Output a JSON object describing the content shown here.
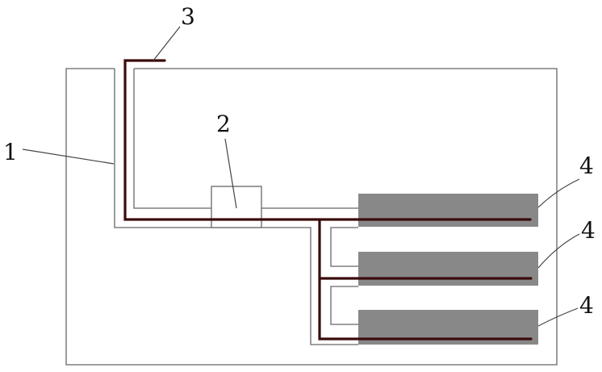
{
  "labels": {
    "part1": "1",
    "part2": "2",
    "part3": "3",
    "part4a": "4",
    "part4b": "4",
    "part4c": "4"
  },
  "colors": {
    "pipe": "#3a0c0c",
    "pad": "#888888",
    "outline": "#666666"
  }
}
